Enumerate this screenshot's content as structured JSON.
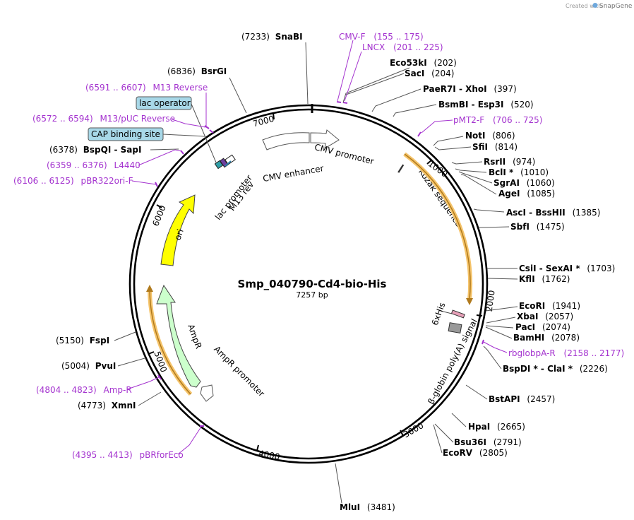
{
  "credit": {
    "prefix": "Created with",
    "brand": "SnapGene"
  },
  "map": {
    "name": "Smp_040790-Cd4-bio-His",
    "length_label": "7257 bp"
  },
  "ticks": [
    "1000",
    "2000",
    "3000",
    "4000",
    "5000",
    "6000",
    "7000"
  ],
  "features": {
    "cmv_enhancer": "CMV enhancer",
    "cmv_promoter": "CMV promoter",
    "kozak": "Kozak sequence",
    "his": "6xHis",
    "polya": "β-globin poly(A) signal",
    "ampr": "AmpR",
    "ampr_promoter": "AmpR promoter",
    "ori": "ori",
    "lac_promoter": "lac promoter",
    "m13rev": "M13 rev",
    "lac_operator": "lac operator",
    "cap": "CAP binding site"
  },
  "sites": [
    {
      "pos": "(7233)",
      "name": "SnaBI",
      "pos_first": true
    },
    {
      "pos": "(6836)",
      "name": "BsrGI",
      "pos_first": true
    },
    {
      "pos": "(202)",
      "name": "Eco53kI",
      "pos_first": false
    },
    {
      "pos": "(204)",
      "name": "SacI",
      "pos_first": false
    },
    {
      "pos": "(397)",
      "name": "PaeR7I - XhoI",
      "pos_first": false
    },
    {
      "pos": "(520)",
      "name": "BsmBI - Esp3I",
      "pos_first": false
    },
    {
      "pos": "(806)",
      "name": "NotI",
      "pos_first": false
    },
    {
      "pos": "(814)",
      "name": "SfiI",
      "pos_first": false
    },
    {
      "pos": "(974)",
      "name": "RsrII",
      "pos_first": false
    },
    {
      "pos": "(1010)",
      "name": "BclI *",
      "pos_first": false
    },
    {
      "pos": "(1060)",
      "name": "SgrAI",
      "pos_first": false
    },
    {
      "pos": "(1085)",
      "name": "AgeI",
      "pos_first": false
    },
    {
      "pos": "(1385)",
      "name": "AscI - BssHII",
      "pos_first": false
    },
    {
      "pos": "(1475)",
      "name": "SbfI",
      "pos_first": false
    },
    {
      "pos": "(1703)",
      "name": "CsiI - SexAI *",
      "pos_first": false
    },
    {
      "pos": "(1762)",
      "name": "KflI",
      "pos_first": false
    },
    {
      "pos": "(1941)",
      "name": "EcoRI",
      "pos_first": false
    },
    {
      "pos": "(2057)",
      "name": "XbaI",
      "pos_first": false
    },
    {
      "pos": "(2074)",
      "name": "PacI",
      "pos_first": false
    },
    {
      "pos": "(2078)",
      "name": "BamHI",
      "pos_first": false
    },
    {
      "pos": "(2226)",
      "name": "BspDI * - ClaI *",
      "pos_first": false
    },
    {
      "pos": "(2457)",
      "name": "BstAPI",
      "pos_first": false
    },
    {
      "pos": "(2665)",
      "name": "HpaI",
      "pos_first": false
    },
    {
      "pos": "(2791)",
      "name": "Bsu36I",
      "pos_first": false
    },
    {
      "pos": "(2805)",
      "name": "EcoRV",
      "pos_first": false
    },
    {
      "pos": "(3481)",
      "name": "MluI",
      "pos_first": false
    },
    {
      "pos": "(6378)",
      "name": "BspQI - SapI",
      "pos_first": true
    },
    {
      "pos": "(5150)",
      "name": "FspI",
      "pos_first": true
    },
    {
      "pos": "(5004)",
      "name": "PvuI",
      "pos_first": true
    },
    {
      "pos": "(4773)",
      "name": "XmnI",
      "pos_first": true
    }
  ],
  "primers": [
    {
      "name": "CMV-F",
      "range": "(155 .. 175)",
      "range_first": false
    },
    {
      "name": "LNCX",
      "range": "(201 .. 225)",
      "range_first": false
    },
    {
      "name": "pMT2-F",
      "range": "(706 .. 725)",
      "range_first": false
    },
    {
      "name": "rbglobpA-R",
      "range": "(2158 .. 2177)",
      "range_first": false
    },
    {
      "name": "M13 Reverse",
      "range": "(6591 .. 6607)",
      "range_first": true
    },
    {
      "name": "M13/pUC Reverse",
      "range": "(6572 .. 6594)",
      "range_first": true
    },
    {
      "name": "L4440",
      "range": "(6359 .. 6376)",
      "range_first": true
    },
    {
      "name": "pBR322ori-F",
      "range": "(6106 .. 6125)",
      "range_first": true
    },
    {
      "name": "Amp-R",
      "range": "(4804 .. 4823)",
      "range_first": true
    },
    {
      "name": "pBRforEco",
      "range": "(4395 .. 4413)",
      "range_first": true
    }
  ],
  "colors": {
    "primer": "#a433cf",
    "ori": "#ffff00",
    "ampr": "#ccffcc",
    "cds_outline": "#f5c46b",
    "box_fill": "#a8d8e8"
  }
}
